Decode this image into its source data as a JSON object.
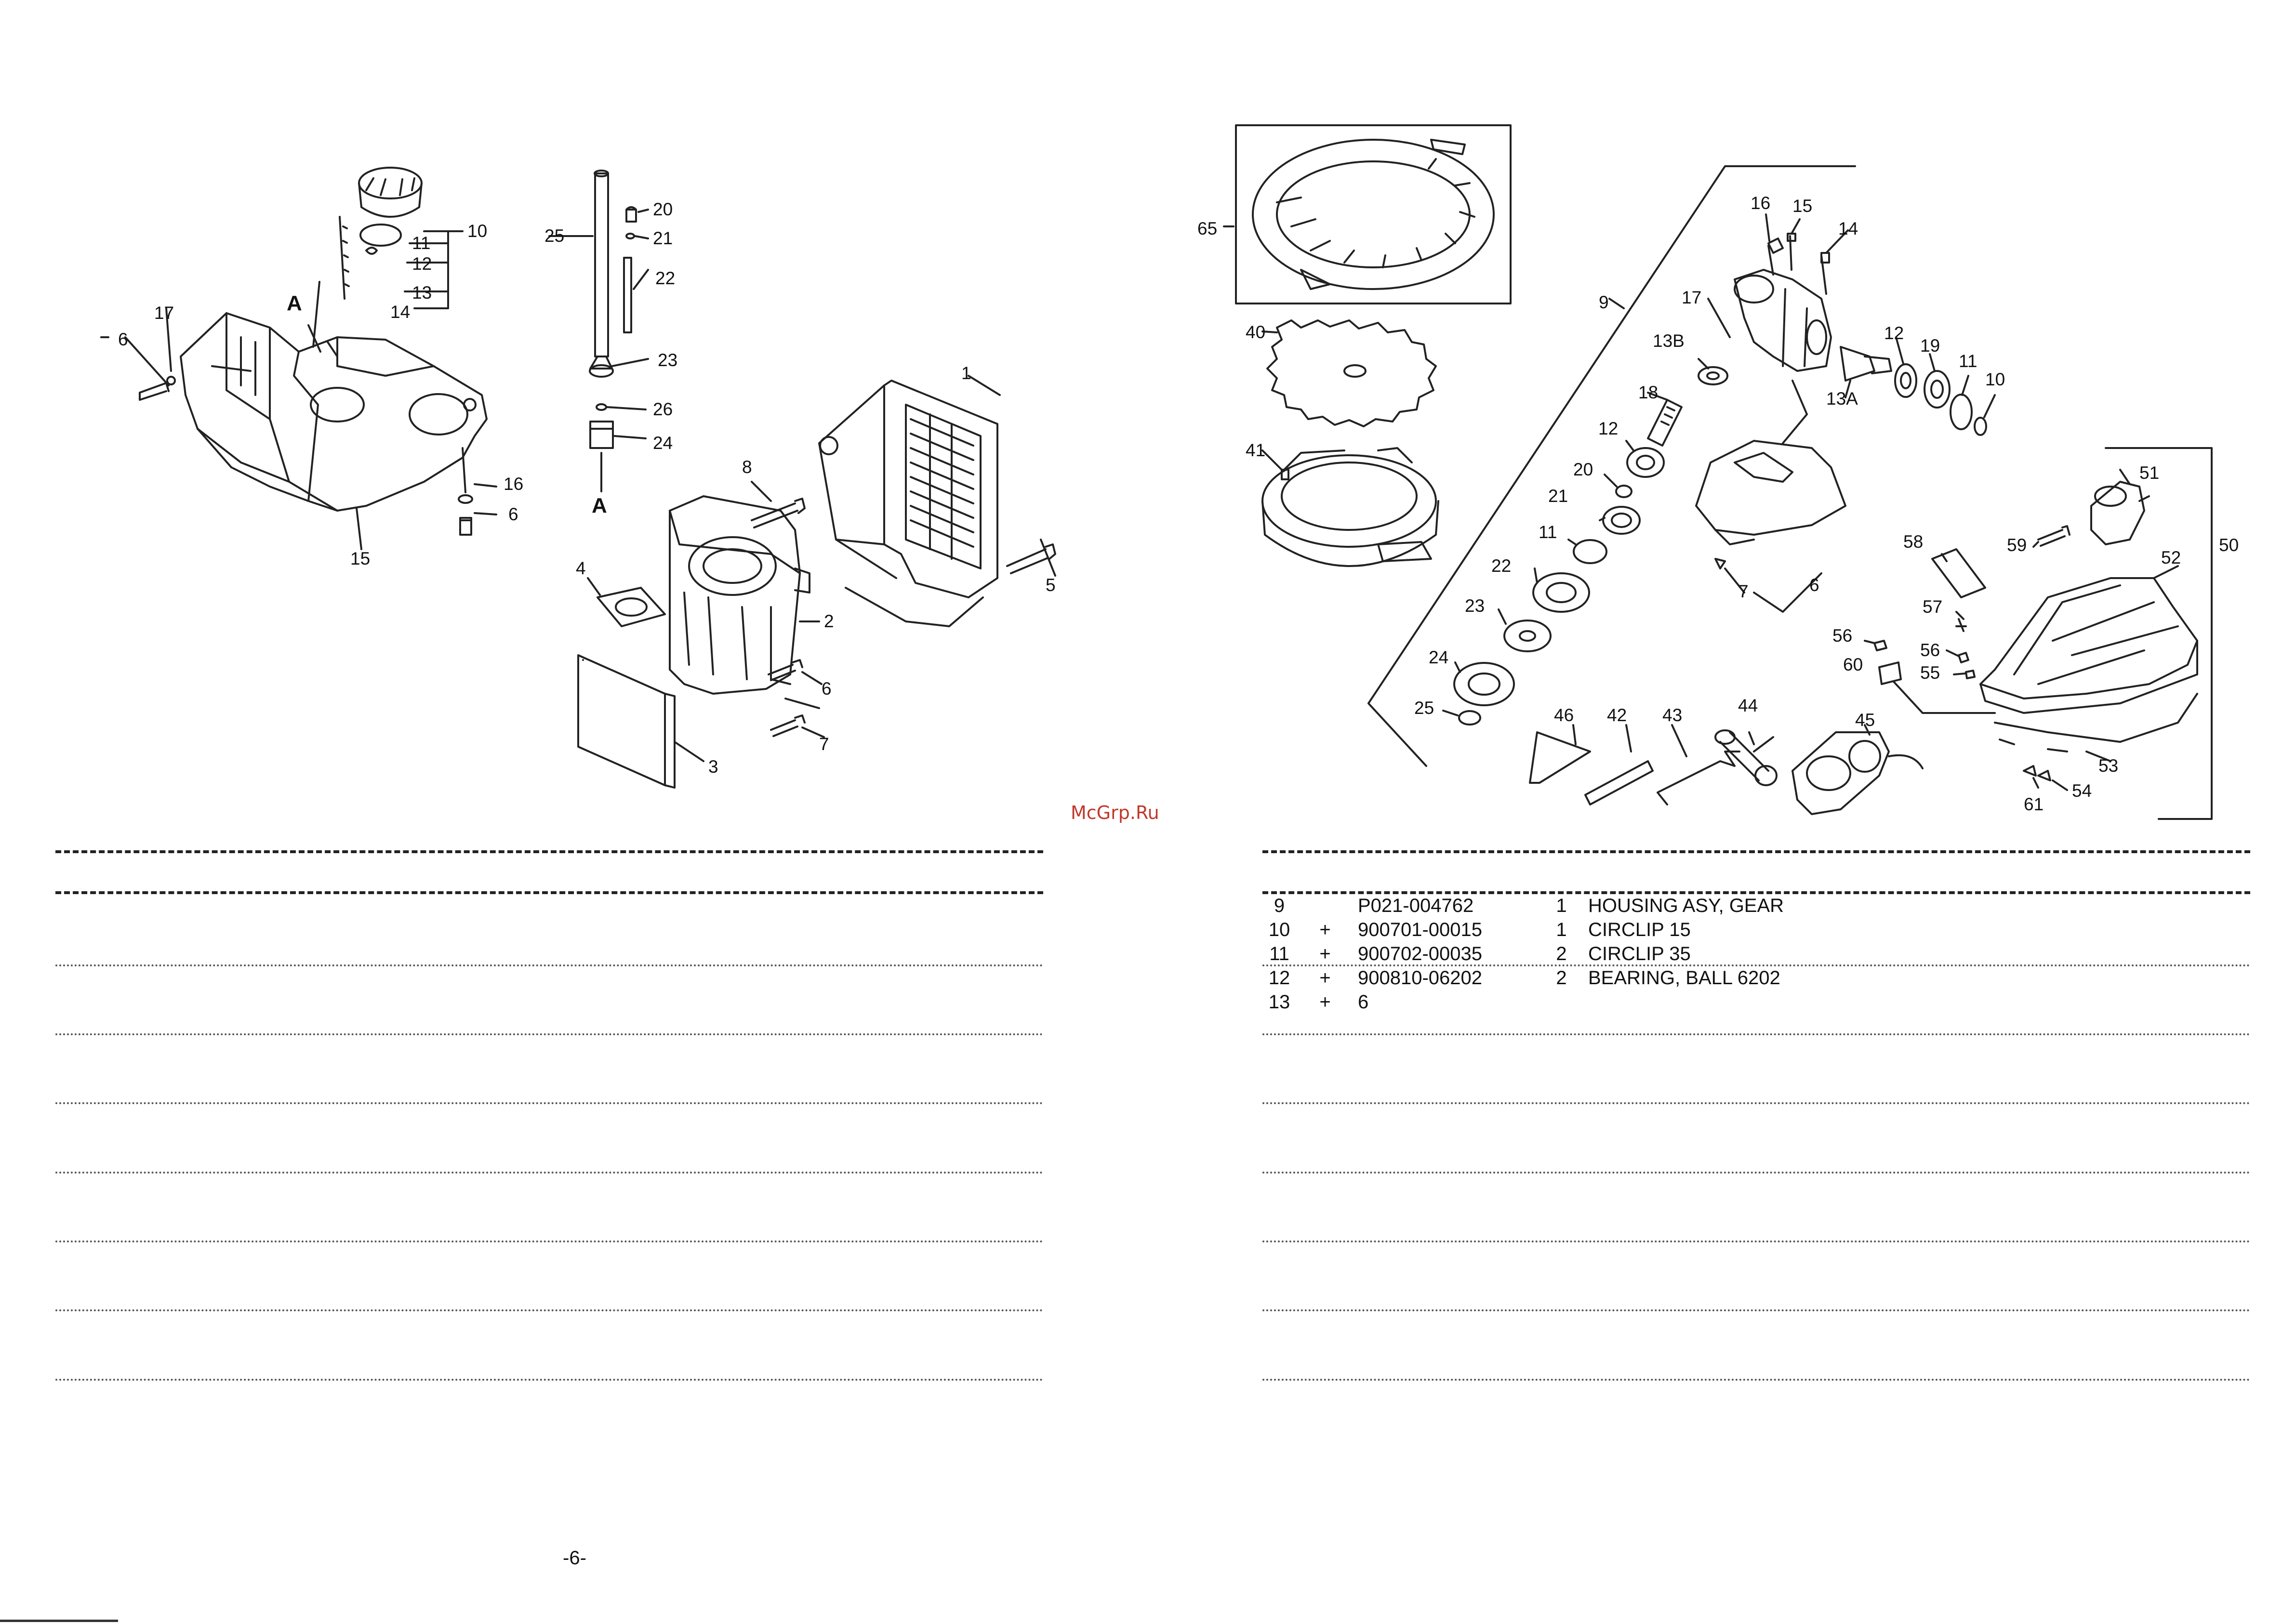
{
  "page_number": "-6-",
  "watermark": "McGrp.Ru",
  "diagram_left": {
    "labels": {
      "n10": "10",
      "n11": "11",
      "n12": "12",
      "n13": "13",
      "n14": "14",
      "n17": "17",
      "nA1": "A",
      "n6a": "6",
      "n16": "16",
      "n6b": "6",
      "n15": "15",
      "n25": "25",
      "n20": "20",
      "n21": "21",
      "n22": "22",
      "n23": "23",
      "n26": "26",
      "n24": "24",
      "nA2": "A",
      "n1": "1",
      "n8": "8",
      "n4": "4",
      "n2": "2",
      "n5": "5",
      "n6c": "6",
      "n7": "7",
      "n3": "3"
    }
  },
  "diagram_right": {
    "labels": {
      "n65": "65",
      "n40": "40",
      "n41": "41",
      "n9": "9",
      "n16": "16",
      "n15": "15",
      "n14": "14",
      "n17": "17",
      "n13B": "13B",
      "n18": "18",
      "n12a": "12",
      "n20": "20",
      "n21": "21",
      "n11a": "11",
      "n22": "22",
      "n23": "23",
      "n24": "24",
      "n25": "25",
      "n12b": "12",
      "n19": "19",
      "n11b": "11",
      "n10": "10",
      "n13A": "13A",
      "n7": "7",
      "n6": "6",
      "n46": "46",
      "n42": "42",
      "n43": "43",
      "n44": "44",
      "n45": "45",
      "n51": "51",
      "n50": "50",
      "n58": "58",
      "n59": "59",
      "n52": "52",
      "n57": "57",
      "n56a": "56",
      "n56b": "56",
      "n60": "60",
      "n55": "55",
      "n53": "53",
      "n54": "54",
      "n61": "61"
    }
  },
  "parts_list": [
    {
      "no": "9",
      "mark": "",
      "part_no": "P021-004762",
      "qty": "1",
      "desc": "HOUSING ASY, GEAR"
    },
    {
      "no": "10",
      "mark": "+",
      "part_no": "900701-00015",
      "qty": "1",
      "desc": "CIRCLIP  15"
    },
    {
      "no": "11",
      "mark": "+",
      "part_no": "900702-00035",
      "qty": "2",
      "desc": "CIRCLIP  35"
    },
    {
      "no": "12",
      "mark": "+",
      "part_no": "900810-06202",
      "qty": "2",
      "desc": "BEARING, BALL  6202"
    },
    {
      "no": "13",
      "mark": "+",
      "part_no": "6",
      "qty": "",
      "desc": ""
    }
  ]
}
